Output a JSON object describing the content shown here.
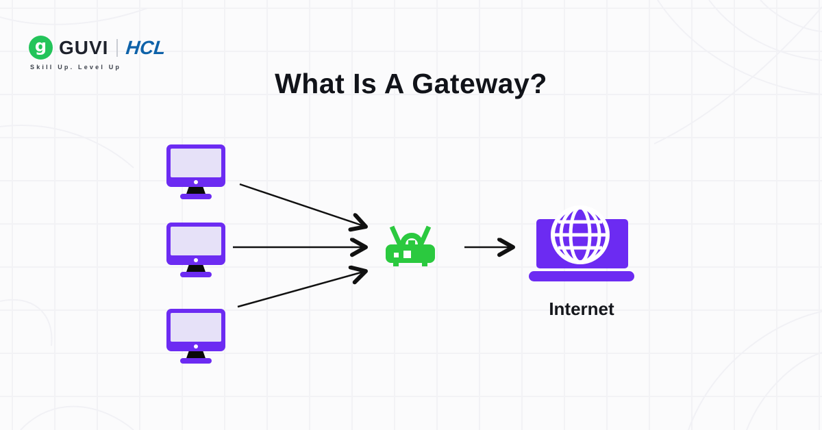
{
  "brand": {
    "name": "GUVI",
    "monogram": "g",
    "partner": "HCL",
    "tagline": "Skill Up. Level Up"
  },
  "title": "What Is A Gateway?",
  "diagram": {
    "computers": [
      {
        "id": "computer-1",
        "type": "desktop-computer"
      },
      {
        "id": "computer-2",
        "type": "desktop-computer"
      },
      {
        "id": "computer-3",
        "type": "desktop-computer"
      }
    ],
    "gateway": {
      "id": "gateway-router",
      "type": "router"
    },
    "internet": {
      "id": "internet",
      "type": "globe-laptop",
      "label": "Internet"
    },
    "arrows": [
      {
        "from": "computer-1",
        "to": "gateway-router"
      },
      {
        "from": "computer-2",
        "to": "gateway-router"
      },
      {
        "from": "computer-3",
        "to": "gateway-router"
      },
      {
        "from": "gateway-router",
        "to": "internet"
      }
    ],
    "colors": {
      "device_purple": "#6C2BF2",
      "screen_lavender": "#E6E1F8",
      "router_green": "#2BC93F",
      "arrow_black": "#111111",
      "guvi_green": "#23C45A",
      "hcl_blue": "#0E62A9"
    }
  }
}
